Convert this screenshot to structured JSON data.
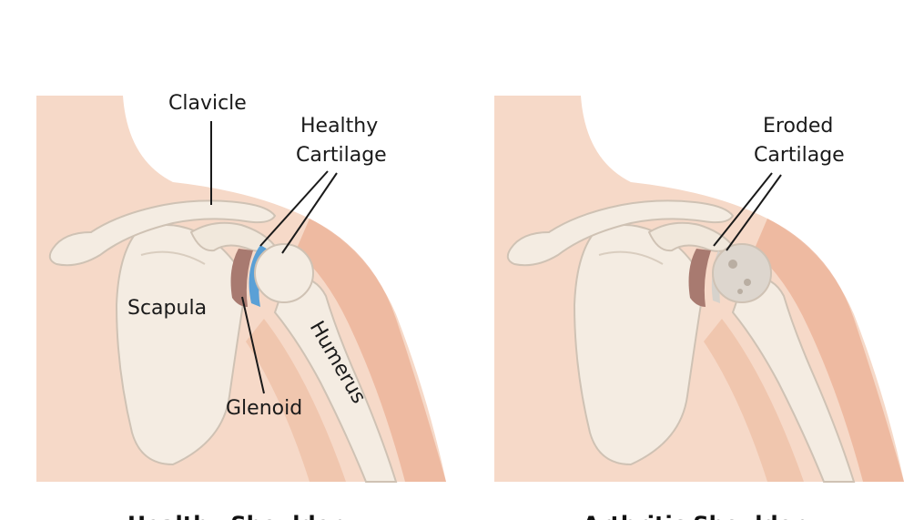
{
  "healthy": {
    "labels": {
      "clavicle": "Clavicle",
      "cartilage_line1": "Healthy",
      "cartilage_line2": "Cartilage",
      "scapula": "Scapula",
      "humerus": "Humerus",
      "glenoid": "Glenoid"
    },
    "caption": "Healthy Shoulder"
  },
  "arthritic": {
    "labels": {
      "cartilage_line1": "Eroded",
      "cartilage_line2": "Cartilage"
    },
    "caption": "Arthritic Shoulder"
  },
  "colors": {
    "skin": "#f6d9c8",
    "muscle": "#ecb49a",
    "bone": "#f4ece2",
    "bone_outline": "#cfc2b4",
    "healthy_cartilage": "#5aa0d6",
    "glenoid": "#a87a70",
    "eroded_cartilage": "#d6d2cc"
  }
}
